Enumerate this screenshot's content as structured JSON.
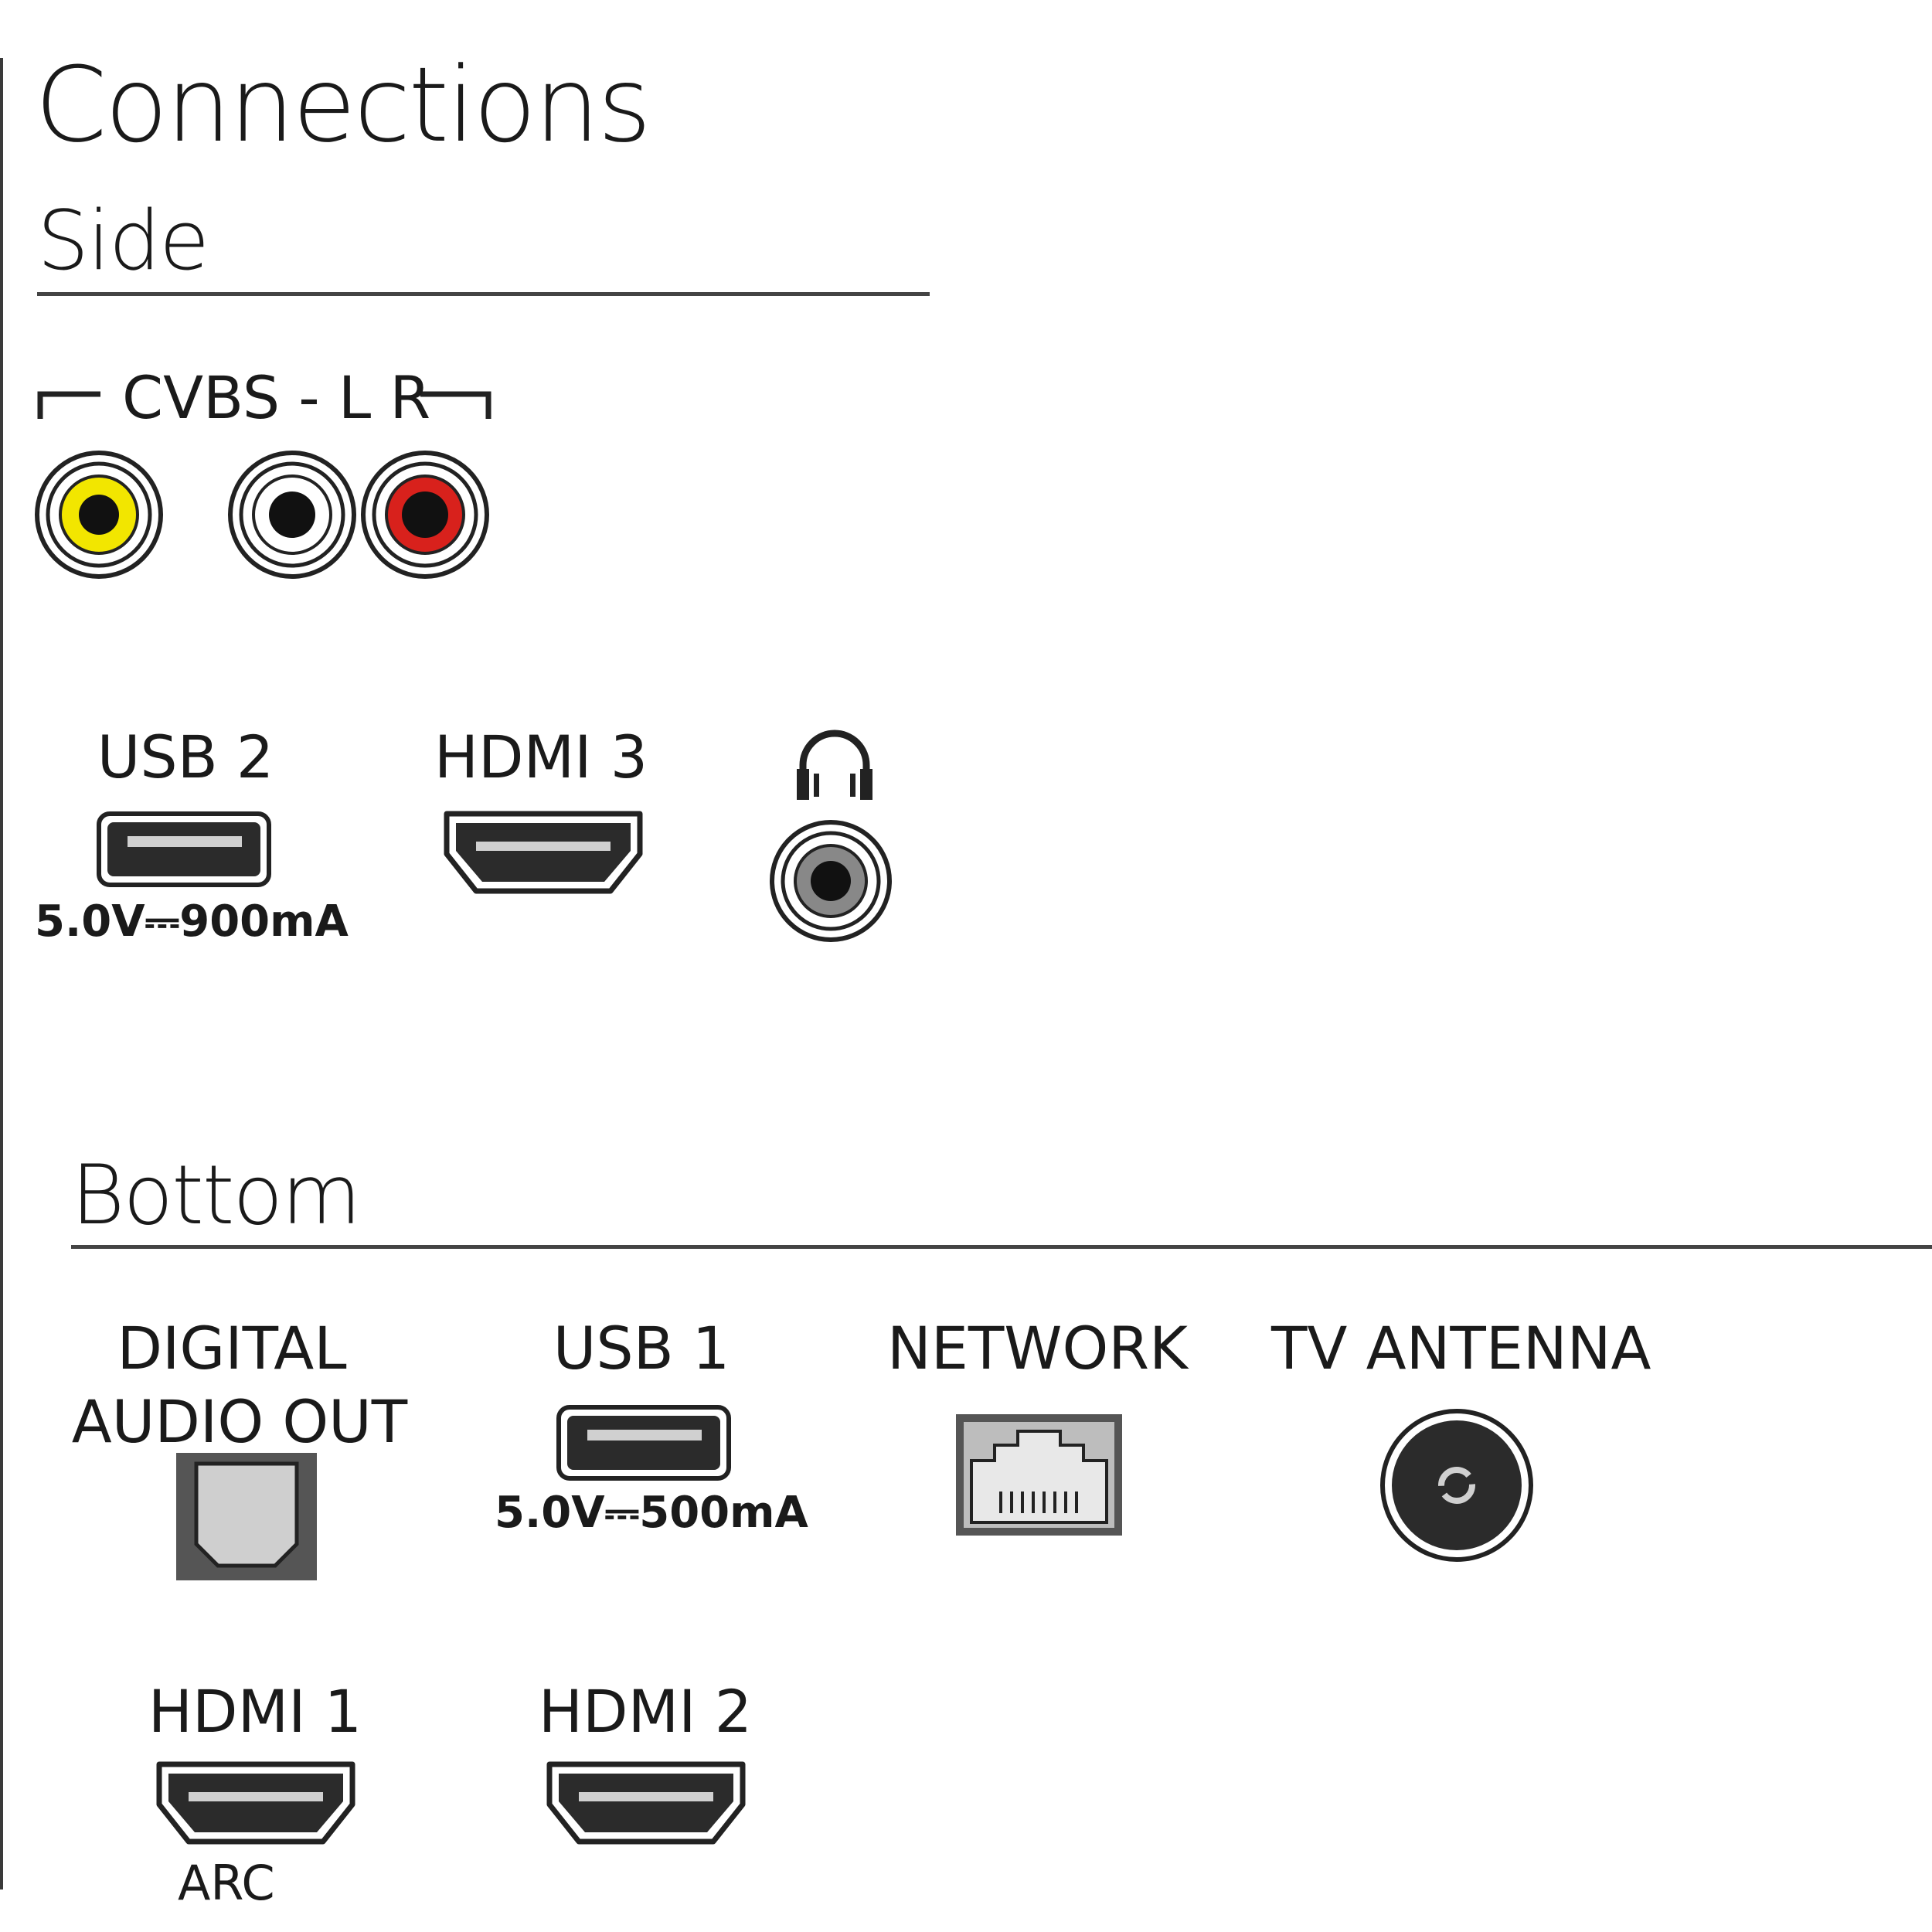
{
  "title": "Connections",
  "side": {
    "heading": "Side",
    "cvbs_label": "CVBS - L R",
    "usb2": {
      "label": "USB 2",
      "rating": "5.0V⎓900mA"
    },
    "hdmi3": {
      "label": "HDMI 3"
    },
    "headphone": {
      "icon": "headphones-icon"
    }
  },
  "bottom": {
    "heading": "Bottom",
    "digital_audio_out": {
      "label_line1": "DIGITAL",
      "label_line2": "AUDIO OUT"
    },
    "usb1": {
      "label": "USB 1",
      "rating": "5.0V⎓500mA"
    },
    "network": {
      "label": "NETWORK"
    },
    "tv_antenna": {
      "label": "TV ANTENNA"
    },
    "hdmi1": {
      "label": "HDMI 1",
      "note": "ARC"
    },
    "hdmi2": {
      "label": "HDMI 2"
    }
  },
  "colors": {
    "cvbs_video": "#f2e600",
    "audio_left": "#ffffff",
    "audio_right": "#d8211c",
    "port_dark": "#2b2b2b"
  }
}
